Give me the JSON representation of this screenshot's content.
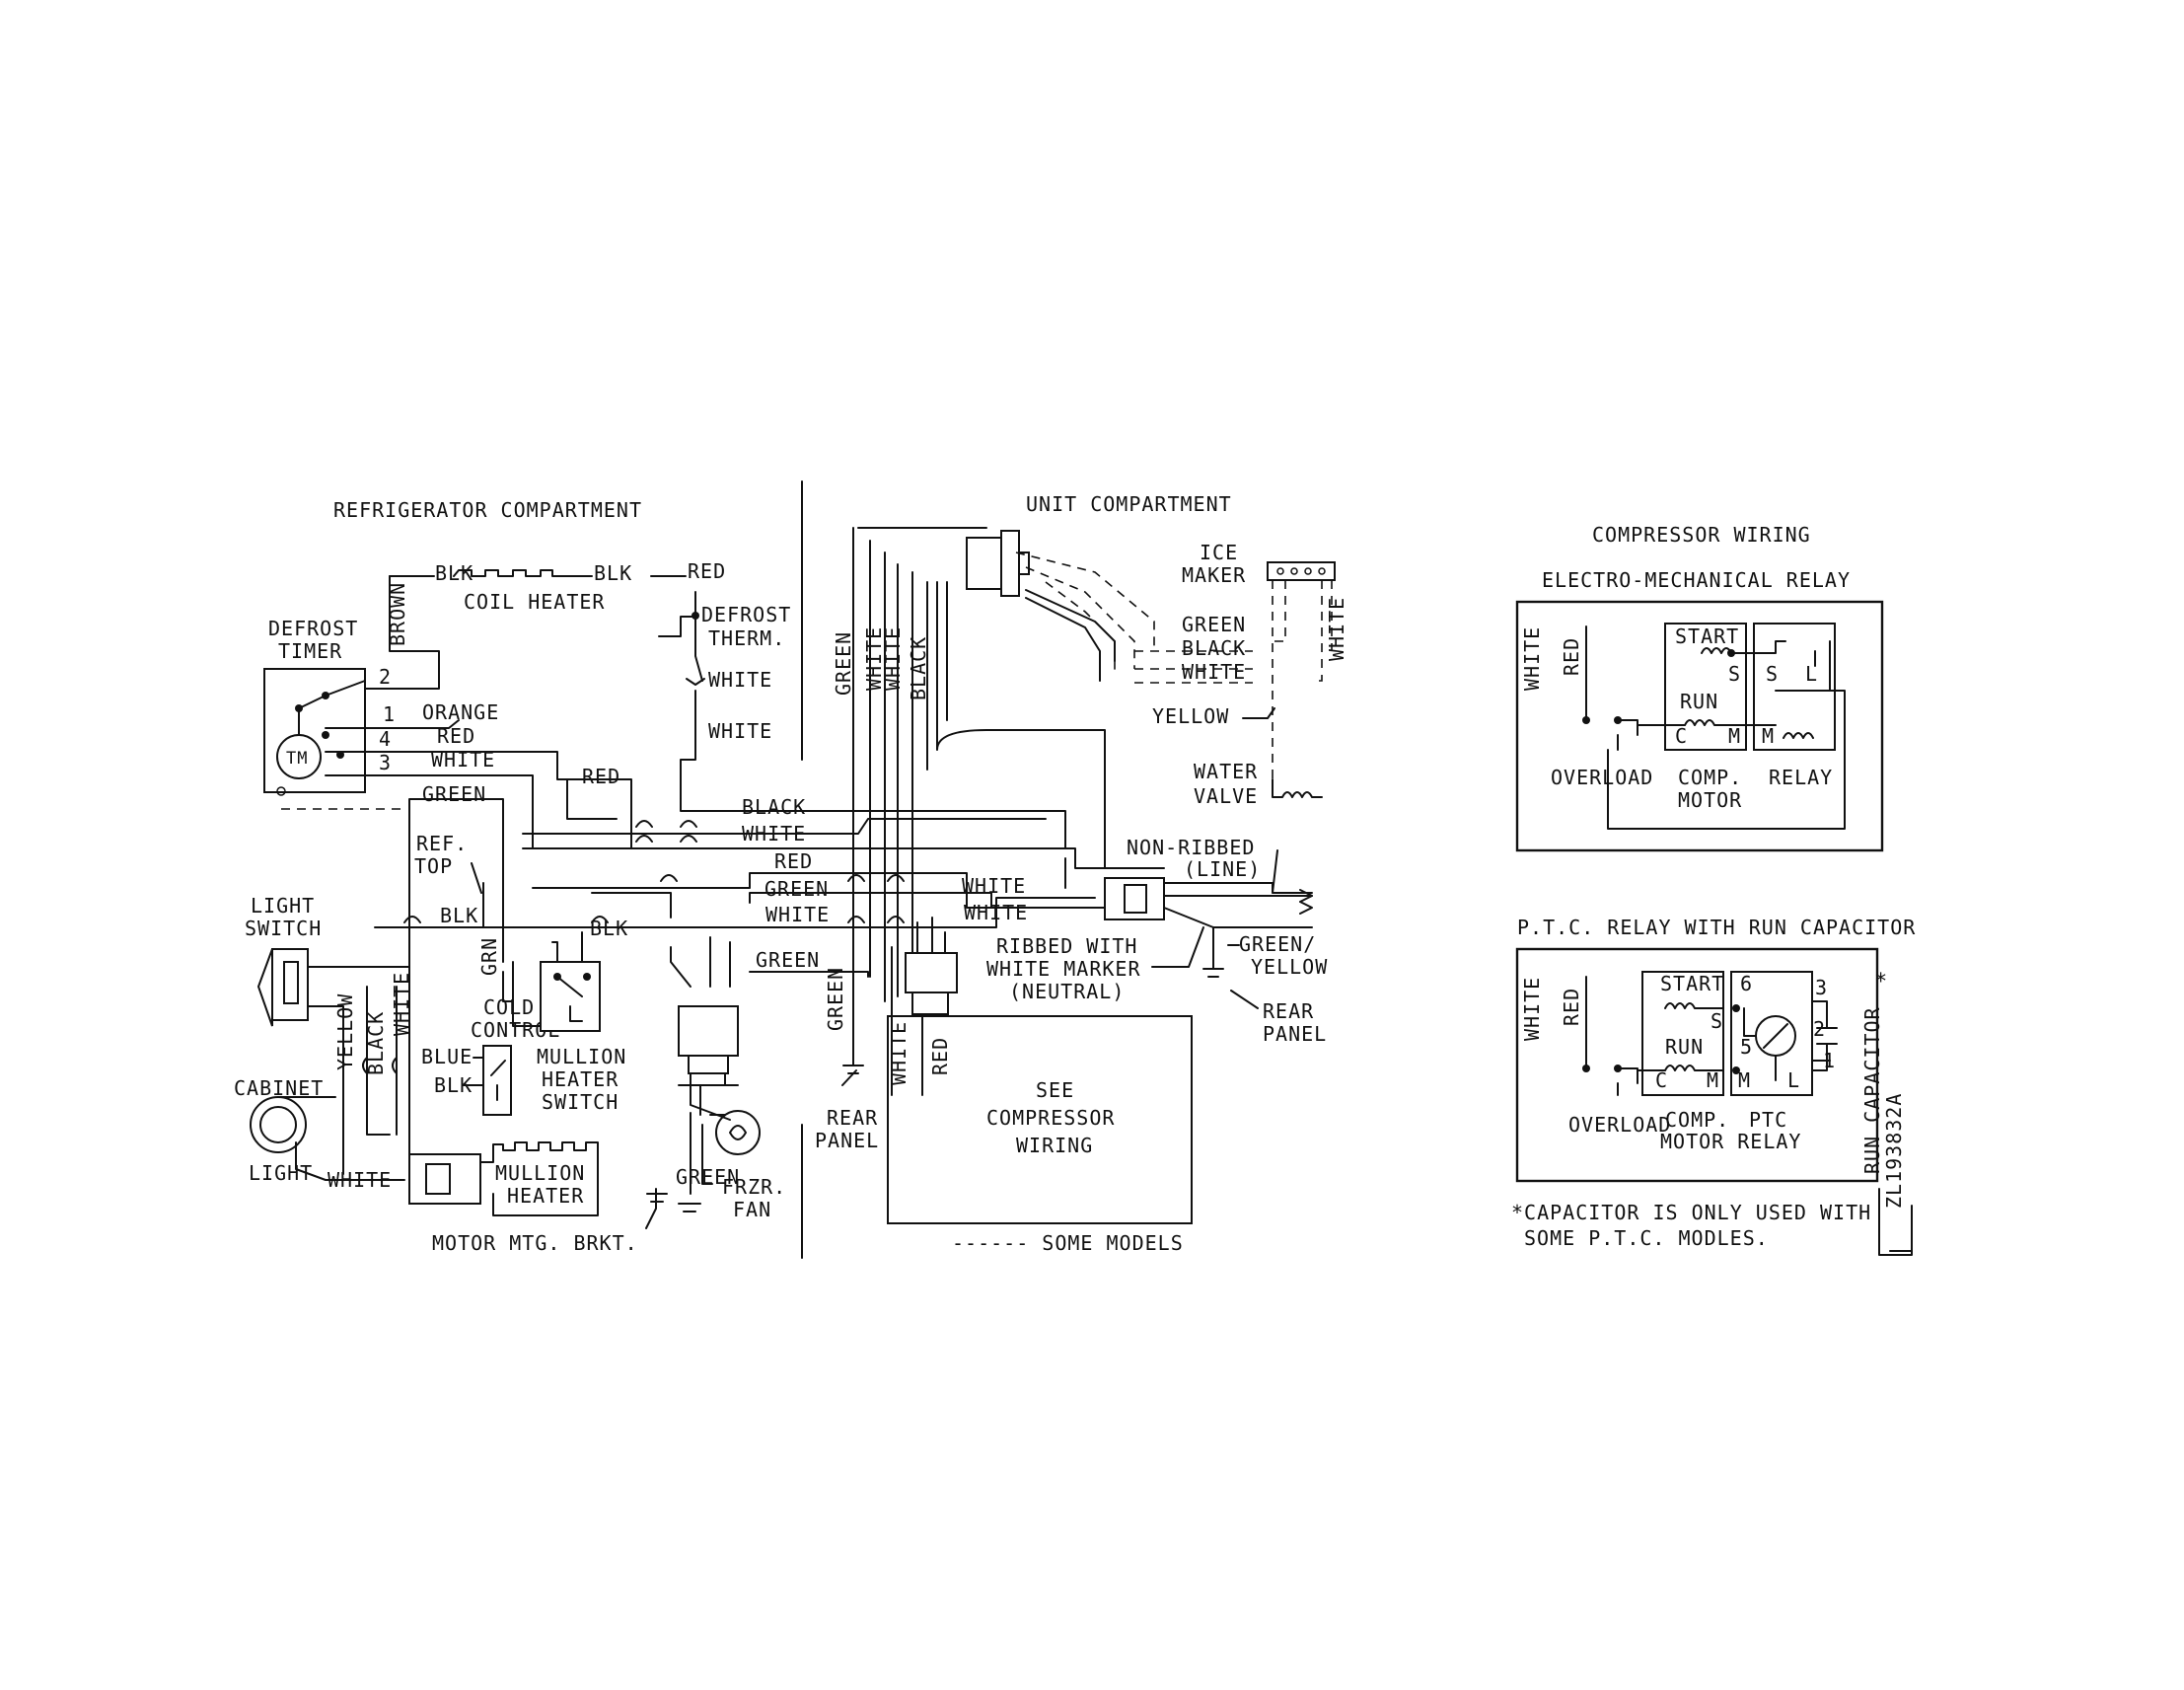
{
  "headings": {
    "refrigerator_compartment": "REFRIGERATOR COMPARTMENT",
    "unit_compartment": "UNIT COMPARTMENT",
    "compressor_wiring": "COMPRESSOR WIRING",
    "electro_mechanical_relay": "ELECTRO-MECHANICAL RELAY",
    "ptc_relay": "P.T.C. RELAY WITH RUN CAPACITOR"
  },
  "components": {
    "defrost_timer": [
      "DEFROST",
      "TIMER"
    ],
    "timer_motor": "TM",
    "coil_heater": "COIL HEATER",
    "defrost_therm": [
      "DEFROST",
      "THERM."
    ],
    "ice_maker": [
      "ICE",
      "MAKER"
    ],
    "water_valve": [
      "WATER",
      "VALVE"
    ],
    "ref_top": [
      "REF.",
      "TOP"
    ],
    "light_switch": [
      "LIGHT",
      "SWITCH"
    ],
    "cold_control": [
      "COLD",
      "CONTROL"
    ],
    "mullion_heater_switch": [
      "MULLION",
      "HEATER",
      "SWITCH"
    ],
    "cabinet_light": [
      "CABINET",
      "LIGHT"
    ],
    "mullion_heater": [
      "MULLION",
      "HEATER"
    ],
    "motor_mtg_brkt": "MOTOR MTG. BRKT.",
    "frzr_fan": [
      "FRZR.",
      "FAN"
    ],
    "rear_panel": [
      "REAR",
      "PANEL"
    ],
    "non_ribbed": [
      "NON-RIBBED",
      "(LINE)"
    ],
    "ribbed": [
      "RIBBED WITH",
      "WHITE MARKER",
      "(NEUTRAL)"
    ],
    "green_yellow": [
      "GREEN/",
      "YELLOW"
    ],
    "see_compressor": [
      "SEE",
      "COMPRESSOR",
      "WIRING"
    ],
    "some_models": "------ SOME MODELS"
  },
  "wires": {
    "blk": "BLK",
    "red": "RED",
    "brown": "BROWN",
    "orange": "ORANGE",
    "white": "WHITE",
    "green": "GREEN",
    "black": "BLACK",
    "yellow": "YELLOW",
    "grn": "GRN",
    "blue": "BLUE"
  },
  "timer_terminals": [
    "2",
    "1",
    "4",
    "3"
  ],
  "compressor": {
    "start": "START",
    "run": "RUN",
    "s": "S",
    "c": "C",
    "m": "M",
    "l": "L",
    "overload": "OVERLOAD",
    "comp_motor": [
      "COMP.",
      "MOTOR"
    ],
    "relay": "RELAY",
    "ptc": "PTC",
    "motor_relay": "MOTOR RELAY",
    "terminals": [
      "6",
      "5",
      "3",
      "2",
      "1"
    ],
    "run_capacitor": "RUN CAPACITOR",
    "star": "*",
    "note": [
      "*CAPACITOR IS ONLY USED WITH",
      "SOME P.T.C. MODLES."
    ],
    "drawing_number": "ZL193832A"
  }
}
